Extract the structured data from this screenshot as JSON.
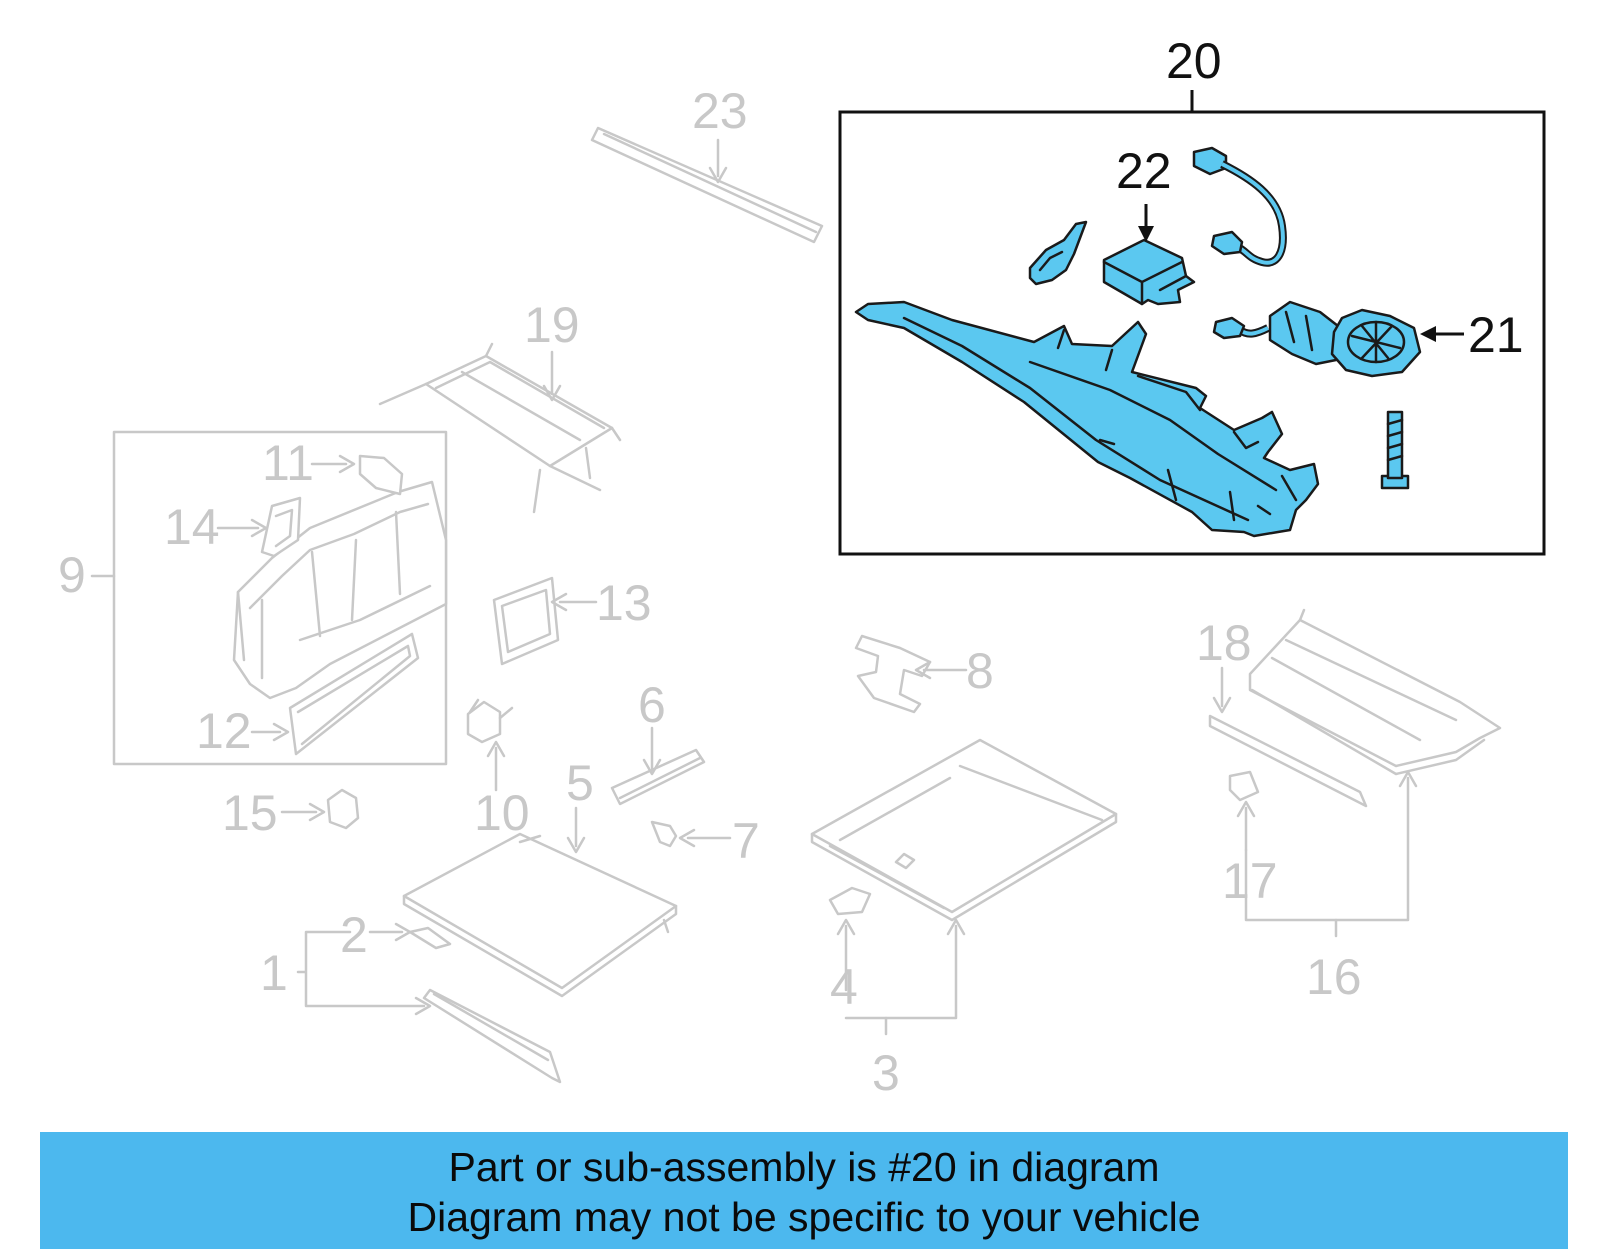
{
  "callouts": {
    "n1": "1",
    "n2": "2",
    "n3": "3",
    "n4": "4",
    "n5": "5",
    "n6": "6",
    "n7": "7",
    "n8": "8",
    "n9": "9",
    "n10": "10",
    "n11": "11",
    "n12": "12",
    "n13": "13",
    "n14": "14",
    "n15": "15",
    "n16": "16",
    "n17": "17",
    "n18": "18",
    "n19": "19",
    "n20": "20",
    "n21": "21",
    "n22": "22",
    "n23": "23"
  },
  "highlighted_part": "20",
  "colors": {
    "highlight": "#5bc8f0",
    "banner": "#4cb8ee",
    "inactive": "#c8c8c8"
  },
  "banner": {
    "line1": "Part or sub-assembly is #20 in diagram",
    "line2": "Diagram may not be specific to your vehicle"
  }
}
